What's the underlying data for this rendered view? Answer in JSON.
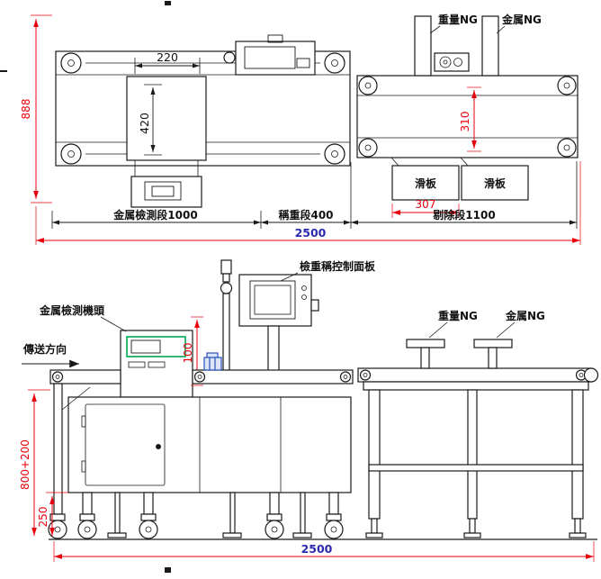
{
  "doc": {
    "type": "engineering-drawing",
    "views": [
      "top-plan-view",
      "side-elevation-view"
    ]
  },
  "top": {
    "dim_overall_height": "888",
    "dim_detector_width": "220",
    "dim_detector_length": "420",
    "dim_belt_width": "310",
    "dim_slide_plate": "307",
    "dim_overall_length": "2500",
    "label_weight_ng": "重量NG",
    "label_metal_ng": "金属NG",
    "label_slide_left": "滑板",
    "label_slide_right": "滑板",
    "section_metal_detection": "金属檢測段1000",
    "section_weighing": "稱重段400",
    "section_rejection": "剔除段1100"
  },
  "side": {
    "label_control_panel": "檢重稱控制面板",
    "label_detector_head": "金属檢測機頭",
    "label_direction": "傳送方向",
    "label_weight_ng": "重量NG",
    "label_metal_ng": "金属NG",
    "dim_panel_offset": "100",
    "dim_belt_height": "800+200",
    "dim_base_height": "250",
    "dim_overall_length": "2500"
  },
  "colors": {
    "line": "#1a1a1a",
    "dimension_red": "#e8000d",
    "overall_text_blue": "#2a2ab0",
    "detector_screen_green": "#00a650",
    "product_blue": "#2b50bd"
  }
}
